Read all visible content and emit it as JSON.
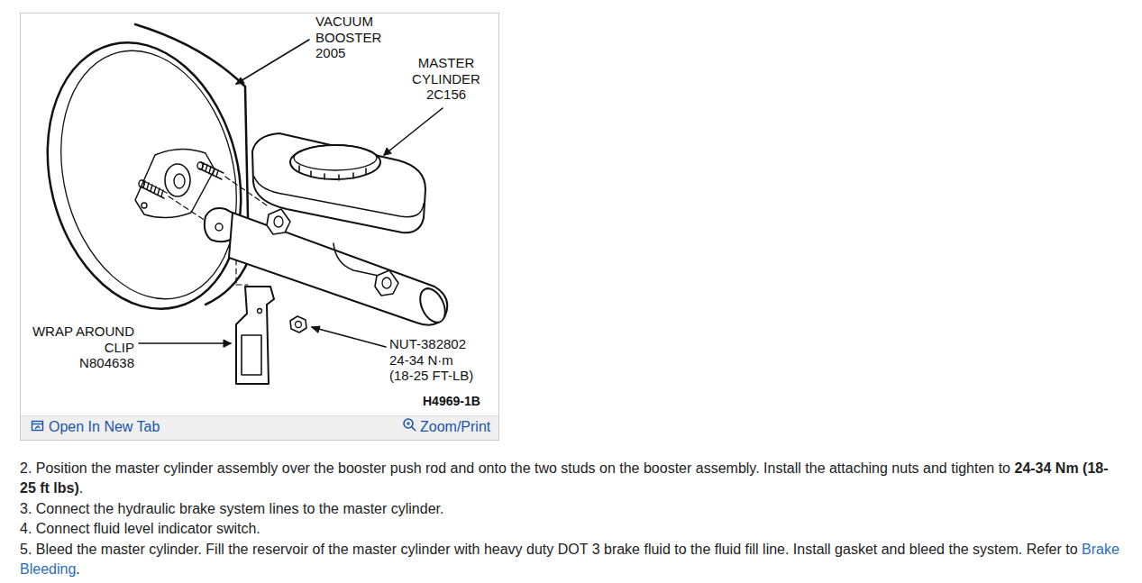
{
  "diagram": {
    "labels": [
      "VACUUM BOOSTER 2005",
      "MASTER CYLINDER 2C156",
      "WRAP AROUND CLIP N804638",
      "NUT-382802 24-34 N·m (18-25 FT-LB)",
      "H4969-1B",
      "Open In New Tab",
      "Zoom/Print",
      "2. Position the master cylinder assembly over the booster push rod and onto the two studs on the booster assembly. Install the attaching nuts and tighten to",
      "24-34 Nm (18-25 ft lbs)",
      ".",
      "3. Connect the hydraulic brake system lines to the master cylinder.",
      "4. Connect fluid level indicator switch.",
      "5. Bleed the master cylinder. Fill the reservoir of the master cylinder with heavy duty DOT 3 brake fluid to the fluid fill line. Install gasket and bleed the system. Refer to",
      "Brake Bleeding",
      "."
    ]
  }
}
